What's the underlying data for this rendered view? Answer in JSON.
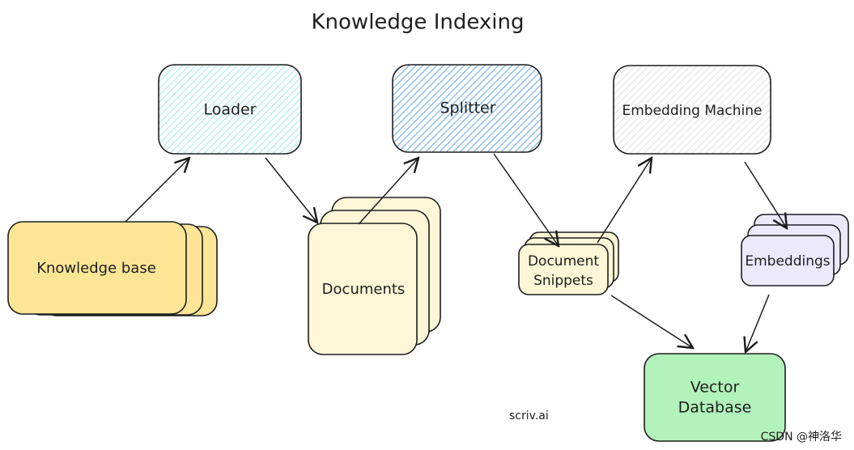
{
  "title": "Knowledge Indexing",
  "nodes": {
    "loader": {
      "label": "Loader",
      "color": "#c9eef4"
    },
    "splitter": {
      "label": "Splitter",
      "color": "#a9cff0"
    },
    "embedding_machine": {
      "label": "Embedding Machine",
      "color": "#ecedf0"
    },
    "knowledge_base": {
      "label": "Knowledge base",
      "color": "#fde596"
    },
    "documents": {
      "label": "Documents",
      "color": "#fdf6d7"
    },
    "document_snippets": {
      "label_line1": "Document",
      "label_line2": "Snippets",
      "color": "#fdf6d7"
    },
    "embeddings": {
      "label": "Embeddings",
      "color": "#ece9fd"
    },
    "vector_database": {
      "label_line1": "Vector",
      "label_line2": "Database",
      "color": "#b2f2bb"
    }
  },
  "footer": {
    "source": "scriv.ai",
    "watermark": "CSDN @神洛华"
  }
}
